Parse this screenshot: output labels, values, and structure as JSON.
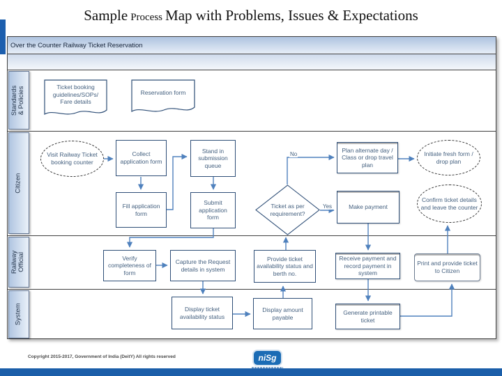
{
  "slide": {
    "title": {
      "part1": "Sample",
      "part2": "Process",
      "part3": "Map with Problems, Issues & Expectations"
    },
    "footer": {
      "copyright": "Copyright 2015-2017, Government of India (DeitY) All rights reserved",
      "logo_text": "niSg"
    }
  },
  "diagram": {
    "pool_title": "Over the Counter Railway Ticket Reservation",
    "lanes": [
      {
        "label": "Standards & Policies"
      },
      {
        "label": "Citizen"
      },
      {
        "label": "Railway Official"
      },
      {
        "label": "System"
      }
    ],
    "edge_labels": {
      "yes": "Yes",
      "no": "No"
    },
    "nodes": {
      "doc_guidelines": {
        "type": "document",
        "label": "Ticket booking guidelines/SOPs/ Fare details"
      },
      "doc_reservation": {
        "type": "document",
        "label": "Reservation form"
      },
      "visit": {
        "type": "start",
        "label": "Visit Railway Ticket booking counter"
      },
      "collect": {
        "type": "process",
        "label": "Collect application form"
      },
      "stand_queue": {
        "type": "process",
        "label": "Stand in submission queue"
      },
      "fill": {
        "type": "process",
        "label": "Fill application form"
      },
      "submit": {
        "type": "process",
        "label": "Submit application form"
      },
      "decision": {
        "type": "decision",
        "label": "Ticket as per requirement?"
      },
      "plan_alternate": {
        "type": "process",
        "label": "Plan alternate day / Class or drop travel plan"
      },
      "make_payment": {
        "type": "process",
        "label": "Make payment"
      },
      "initiate_fresh": {
        "type": "end",
        "label": "Initiate fresh form / drop plan"
      },
      "confirm_ticket": {
        "type": "end",
        "label": "Confirm ticket details and leave the counter"
      },
      "verify": {
        "type": "process",
        "label": "Verify completeness of form"
      },
      "capture": {
        "type": "process",
        "label": "Capture the Request details in system"
      },
      "provide_status": {
        "type": "process",
        "label": "Provide ticket availability status and berth no."
      },
      "receive_payment": {
        "type": "process",
        "label": "Receive payment and record payment in system"
      },
      "print_provide": {
        "type": "process",
        "label": "Print and provide ticket to Citizen"
      },
      "display_status": {
        "type": "process",
        "label": "Display ticket availability status"
      },
      "display_amount": {
        "type": "process",
        "label": "Display amount payable"
      },
      "generate_ticket": {
        "type": "process",
        "label": "Generate printable ticket"
      }
    }
  },
  "colors": {
    "accent_bar": "#1d5fae",
    "connector": "#4f81bd",
    "node_border": "#2d4d76",
    "node_text": "#44607f",
    "bottom_bar": "#1b5ea9",
    "logo_blue": "#1b6cb5"
  }
}
